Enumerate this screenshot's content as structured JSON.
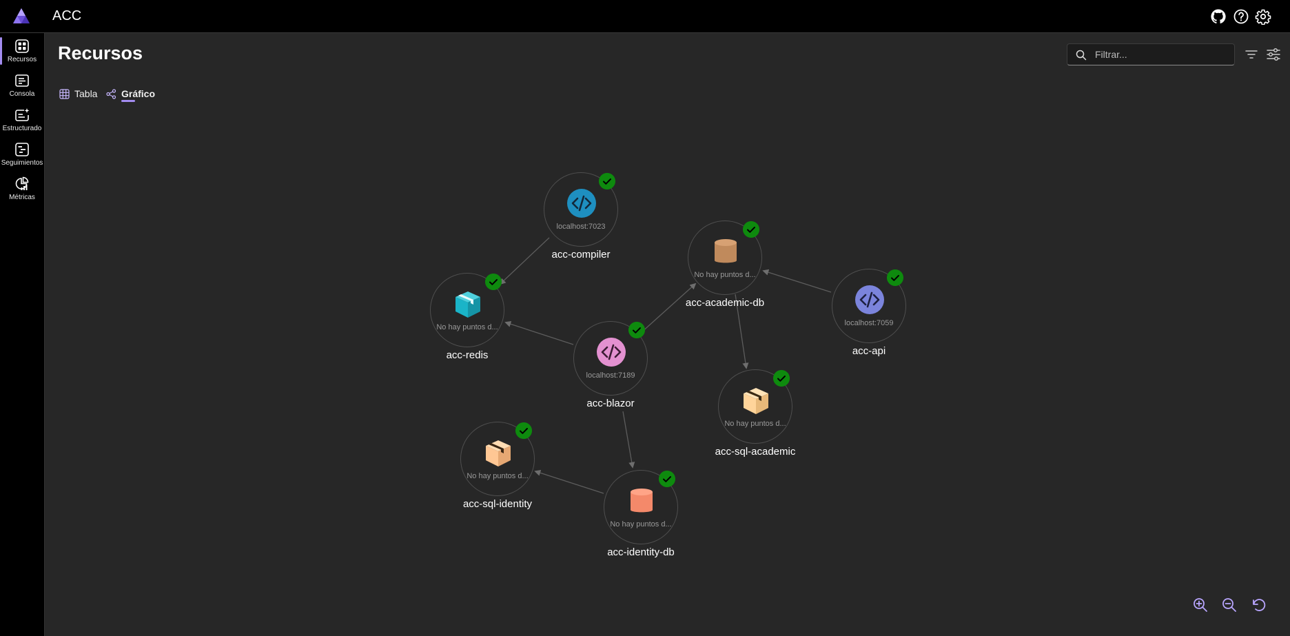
{
  "header": {
    "app_title": "ACC",
    "icons": [
      "github-icon",
      "help-icon",
      "settings-icon"
    ]
  },
  "sidebar": {
    "items": [
      {
        "label": "Recursos",
        "icon": "resources-grid-icon",
        "active": true
      },
      {
        "label": "Consola",
        "icon": "console-icon"
      },
      {
        "label": "Estructurado",
        "icon": "structured-logs-icon"
      },
      {
        "label": "Seguimientos",
        "icon": "traces-icon"
      },
      {
        "label": "Métricas",
        "icon": "metrics-icon"
      }
    ]
  },
  "main": {
    "title": "Recursos",
    "filter": {
      "placeholder": "Filtrar...",
      "value": ""
    },
    "tabs": [
      {
        "label": "Tabla",
        "icon": "table-icon",
        "selected": false
      },
      {
        "label": "Gráfico",
        "icon": "graph-icon",
        "selected": true
      }
    ]
  },
  "graph": {
    "nodes": [
      {
        "id": "acc-compiler",
        "name": "acc-compiler",
        "endpoint": "localhost:7023",
        "kind": "project",
        "icon_color": "#1e8fc0",
        "status": "running"
      },
      {
        "id": "acc-academic-db",
        "name": "acc-academic-db",
        "endpoint": "No hay puntos d...",
        "kind": "database",
        "icon_color": "#c08a5c",
        "status": "running"
      },
      {
        "id": "acc-api",
        "name": "acc-api",
        "endpoint": "localhost:7059",
        "kind": "project",
        "icon_color": "#7b84dc",
        "status": "running"
      },
      {
        "id": "acc-redis",
        "name": "acc-redis",
        "endpoint": "No hay puntos d...",
        "kind": "container",
        "icon_color": "#1ab4c8",
        "status": "running"
      },
      {
        "id": "acc-blazor",
        "name": "acc-blazor",
        "endpoint": "localhost:7189",
        "kind": "project",
        "icon_color": "#e391d0",
        "status": "running"
      },
      {
        "id": "acc-sql-academic",
        "name": "acc-sql-academic",
        "endpoint": "No hay puntos d...",
        "kind": "container",
        "icon_color": "#ffd49a",
        "status": "running"
      },
      {
        "id": "acc-sql-identity",
        "name": "acc-sql-identity",
        "endpoint": "No hay puntos d...",
        "kind": "container",
        "icon_color": "#ffc794",
        "status": "running"
      },
      {
        "id": "acc-identity-db",
        "name": "acc-identity-db",
        "endpoint": "No hay puntos d...",
        "kind": "database",
        "icon_color": "#f4896a",
        "status": "running"
      }
    ],
    "edges": [
      {
        "from": "acc-compiler",
        "to": "acc-redis"
      },
      {
        "from": "acc-blazor",
        "to": "acc-redis"
      },
      {
        "from": "acc-blazor",
        "to": "acc-academic-db"
      },
      {
        "from": "acc-blazor",
        "to": "acc-identity-db"
      },
      {
        "from": "acc-api",
        "to": "acc-academic-db"
      },
      {
        "from": "acc-academic-db",
        "to": "acc-sql-academic"
      },
      {
        "from": "acc-identity-db",
        "to": "acc-sql-identity"
      }
    ],
    "controls": [
      "zoom-in-icon",
      "zoom-out-icon",
      "reset-view-icon"
    ]
  }
}
